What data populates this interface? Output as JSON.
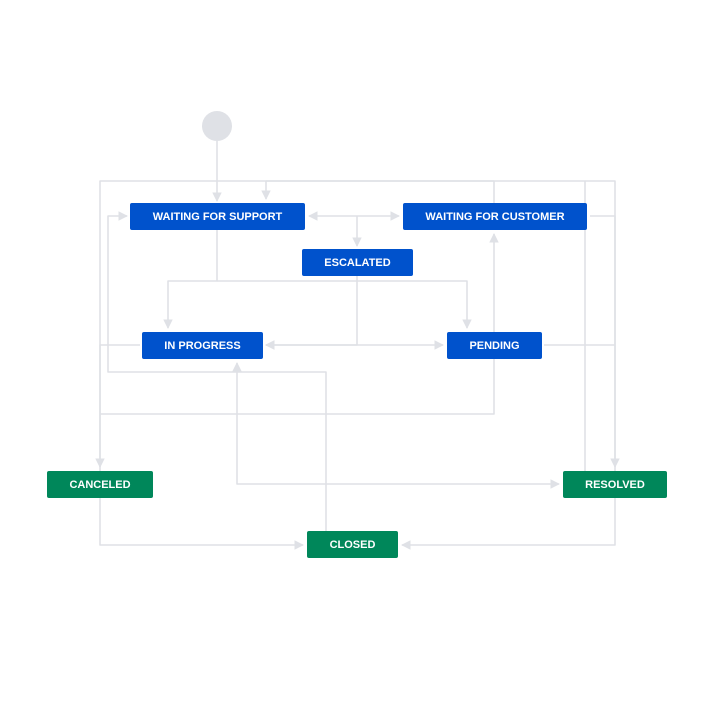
{
  "diagram": {
    "type": "workflow",
    "colors": {
      "status_in_progress": "#0052cc",
      "status_done": "#00875a",
      "start_node": "#dfe1e6",
      "edges": "#dfe1e6"
    },
    "statuses": {
      "waiting_for_support": "WAITING FOR SUPPORT",
      "waiting_for_customer": "WAITING FOR CUSTOMER",
      "escalated": "ESCALATED",
      "in_progress": "IN PROGRESS",
      "pending": "PENDING",
      "canceled": "CANCELED",
      "resolved": "RESOLVED",
      "closed": "CLOSED"
    }
  }
}
